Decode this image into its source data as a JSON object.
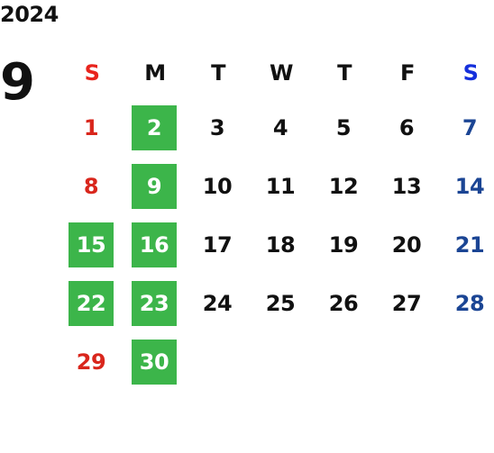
{
  "calendar": {
    "year": "2024",
    "month": "9",
    "weekdays": [
      "S",
      "M",
      "T",
      "W",
      "T",
      "F",
      "S"
    ],
    "weeks": [
      [
        "1",
        "2",
        "3",
        "4",
        "5",
        "6",
        "7"
      ],
      [
        "8",
        "9",
        "10",
        "11",
        "12",
        "13",
        "14"
      ],
      [
        "15",
        "16",
        "17",
        "18",
        "19",
        "20",
        "21"
      ],
      [
        "22",
        "23",
        "24",
        "25",
        "26",
        "27",
        "28"
      ],
      [
        "29",
        "30",
        "",
        "",
        "",
        "",
        ""
      ]
    ],
    "highlighted_days": [
      "2",
      "9",
      "15",
      "16",
      "22",
      "23",
      "30"
    ],
    "colors": {
      "highlight": "#3cb54a",
      "sunday_header": "#e8241d",
      "saturday_header": "#1530dc",
      "sunday": "#d9261c",
      "saturday": "#1b4594",
      "weekday": "#111111"
    }
  }
}
